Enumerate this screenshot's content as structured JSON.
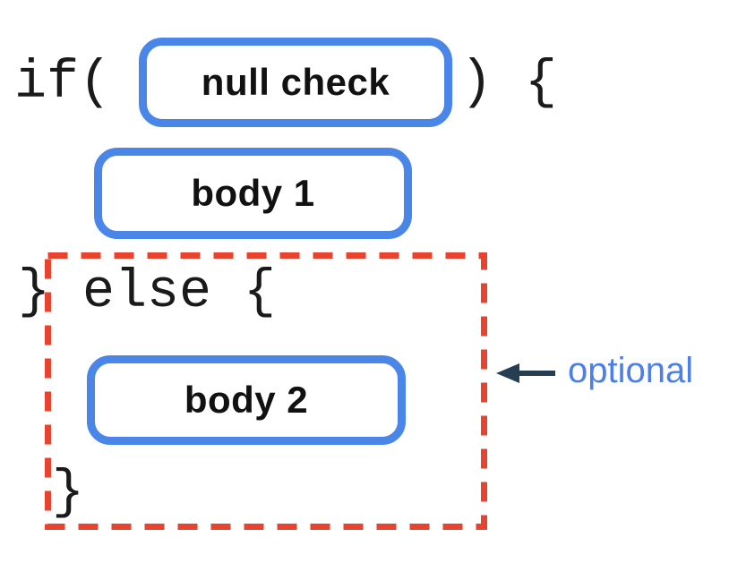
{
  "diagram": {
    "code": {
      "if_open": "if(",
      "after_condition": ") {",
      "else_line": "} else {",
      "closing_brace": "}"
    },
    "blocks": {
      "condition": "null check",
      "body1": "body 1",
      "body2": "body 2"
    },
    "annotation": {
      "label": "optional"
    },
    "colors": {
      "block_border": "#4a86e8",
      "optional_outline": "#e8432e",
      "arrow": "#263e52",
      "annotation_text": "#4c80e8",
      "code_text": "#1a1a1a",
      "background": "#ffffff"
    }
  }
}
